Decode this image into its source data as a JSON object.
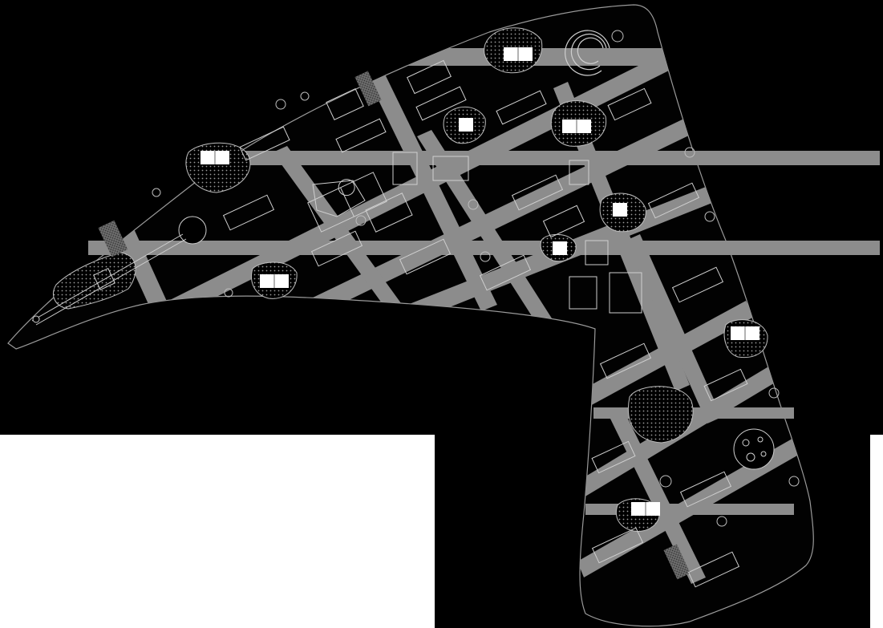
{
  "map": {
    "kind": "site-plan",
    "colors": {
      "background": "#ffffff",
      "ground": "#000000",
      "site": "#020202",
      "road": "#8c8c8c",
      "outline": "#9a9a9a",
      "linework": "#cfcfcf",
      "label": "#ffffff"
    },
    "labels": [
      {
        "id": "label-1",
        "text": ""
      },
      {
        "id": "label-2",
        "text": ""
      },
      {
        "id": "label-3",
        "text": ""
      },
      {
        "id": "label-4",
        "text": ""
      },
      {
        "id": "label-5",
        "text": ""
      },
      {
        "id": "label-6",
        "text": ""
      },
      {
        "id": "label-7",
        "text": ""
      },
      {
        "id": "label-8",
        "text": ""
      },
      {
        "id": "label-9",
        "text": ""
      },
      {
        "id": "label-10",
        "text": ""
      }
    ]
  }
}
